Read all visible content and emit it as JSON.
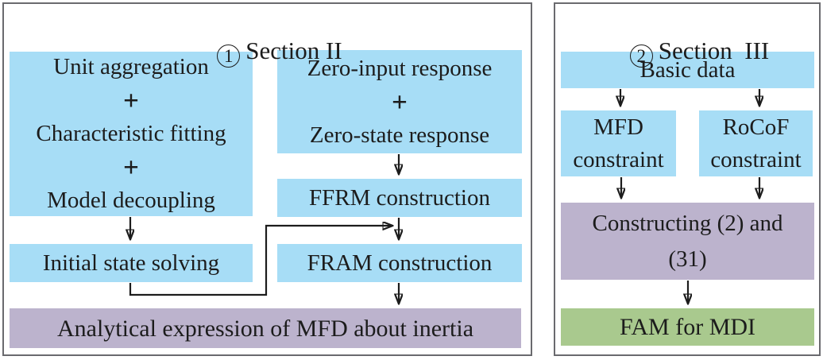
{
  "colors": {
    "box_blue": "#a7ddf6",
    "box_purple": "#bcb3cd",
    "box_green": "#a9c98e",
    "border_gray": "#6a6a6e",
    "ink": "#1c1c1c"
  },
  "left_panel": {
    "title": {
      "number": "1",
      "label": "Section II"
    },
    "boxes": {
      "aggregation": {
        "lines": [
          "Unit aggregation",
          "+",
          "Characteristic fitting",
          "+",
          "Model decoupling"
        ]
      },
      "zero_response": {
        "lines": [
          "Zero-input response",
          "+",
          "Zero-state response"
        ]
      },
      "ffrm": {
        "label": "FFRM construction"
      },
      "initial_state": {
        "label": "Initial state solving"
      },
      "fram": {
        "label": "FRAM construction"
      },
      "analytical": {
        "label": "Analytical expression of MFD about inertia"
      }
    }
  },
  "right_panel": {
    "title": {
      "number": "2",
      "label": "Section  III"
    },
    "boxes": {
      "basic_data": {
        "label": "Basic data"
      },
      "mfd_constraint": {
        "lines": [
          "MFD",
          "constraint"
        ]
      },
      "rocof_constraint": {
        "lines": [
          "RoCoF",
          "constraint"
        ]
      },
      "constructing": {
        "lines": [
          "Constructing (2) and",
          "(31)"
        ]
      },
      "fam": {
        "label": "FAM for MDI"
      }
    }
  }
}
